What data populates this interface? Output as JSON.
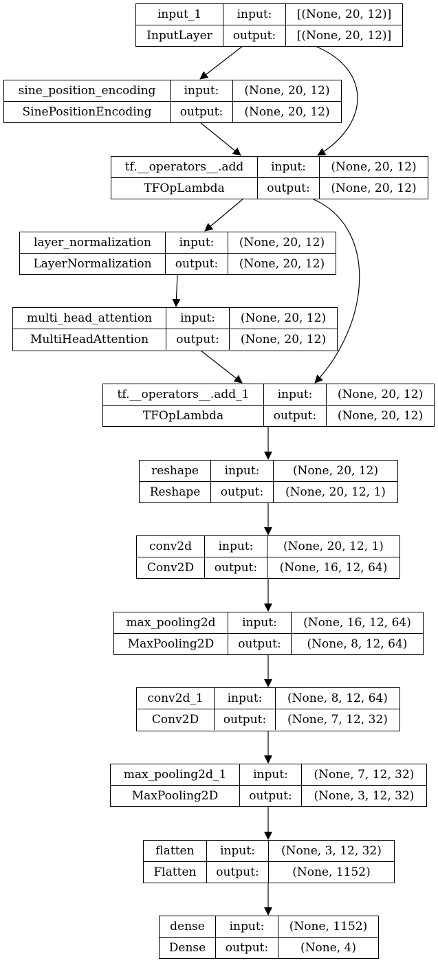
{
  "nodes": [
    {
      "name": "input_1",
      "type": "InputLayer",
      "input_label": "input:",
      "output_label": "output:",
      "input_shape": "[(None, 20, 12)]",
      "output_shape": "[(None, 20, 12)]"
    },
    {
      "name": "sine_position_encoding",
      "type": "SinePositionEncoding",
      "input_label": "input:",
      "output_label": "output:",
      "input_shape": "(None, 20, 12)",
      "output_shape": "(None, 20, 12)"
    },
    {
      "name": "tf.__operators__.add",
      "type": "TFOpLambda",
      "input_label": "input:",
      "output_label": "output:",
      "input_shape": "(None, 20, 12)",
      "output_shape": "(None, 20, 12)"
    },
    {
      "name": "layer_normalization",
      "type": "LayerNormalization",
      "input_label": "input:",
      "output_label": "output:",
      "input_shape": "(None, 20, 12)",
      "output_shape": "(None, 20, 12)"
    },
    {
      "name": "multi_head_attention",
      "type": "MultiHeadAttention",
      "input_label": "input:",
      "output_label": "output:",
      "input_shape": "(None, 20, 12)",
      "output_shape": "(None, 20, 12)"
    },
    {
      "name": "tf.__operators__.add_1",
      "type": "TFOpLambda",
      "input_label": "input:",
      "output_label": "output:",
      "input_shape": "(None, 20, 12)",
      "output_shape": "(None, 20, 12)"
    },
    {
      "name": "reshape",
      "type": "Reshape",
      "input_label": "input:",
      "output_label": "output:",
      "input_shape": "(None, 20, 12)",
      "output_shape": "(None, 20, 12, 1)"
    },
    {
      "name": "conv2d",
      "type": "Conv2D",
      "input_label": "input:",
      "output_label": "output:",
      "input_shape": "(None, 20, 12, 1)",
      "output_shape": "(None, 16, 12, 64)"
    },
    {
      "name": "max_pooling2d",
      "type": "MaxPooling2D",
      "input_label": "input:",
      "output_label": "output:",
      "input_shape": "(None, 16, 12, 64)",
      "output_shape": "(None, 8, 12, 64)"
    },
    {
      "name": "conv2d_1",
      "type": "Conv2D",
      "input_label": "input:",
      "output_label": "output:",
      "input_shape": "(None, 8, 12, 64)",
      "output_shape": "(None, 7, 12, 32)"
    },
    {
      "name": "max_pooling2d_1",
      "type": "MaxPooling2D",
      "input_label": "input:",
      "output_label": "output:",
      "input_shape": "(None, 7, 12, 32)",
      "output_shape": "(None, 3, 12, 32)"
    },
    {
      "name": "flatten",
      "type": "Flatten",
      "input_label": "input:",
      "output_label": "output:",
      "input_shape": "(None, 3, 12, 32)",
      "output_shape": "(None, 1152)"
    },
    {
      "name": "dense",
      "type": "Dense",
      "input_label": "input:",
      "output_label": "output:",
      "input_shape": "(None, 1152)",
      "output_shape": "(None, 4)"
    }
  ],
  "edges": [
    {
      "from": "input_1",
      "to": "sine_position_encoding"
    },
    {
      "from": "input_1",
      "to": "tf.__operators__.add"
    },
    {
      "from": "sine_position_encoding",
      "to": "tf.__operators__.add"
    },
    {
      "from": "tf.__operators__.add",
      "to": "layer_normalization"
    },
    {
      "from": "tf.__operators__.add",
      "to": "tf.__operators__.add_1"
    },
    {
      "from": "layer_normalization",
      "to": "multi_head_attention"
    },
    {
      "from": "multi_head_attention",
      "to": "tf.__operators__.add_1"
    },
    {
      "from": "tf.__operators__.add_1",
      "to": "reshape"
    },
    {
      "from": "reshape",
      "to": "conv2d"
    },
    {
      "from": "conv2d",
      "to": "max_pooling2d"
    },
    {
      "from": "max_pooling2d",
      "to": "conv2d_1"
    },
    {
      "from": "conv2d_1",
      "to": "max_pooling2d_1"
    },
    {
      "from": "max_pooling2d_1",
      "to": "flatten"
    },
    {
      "from": "flatten",
      "to": "dense"
    }
  ]
}
